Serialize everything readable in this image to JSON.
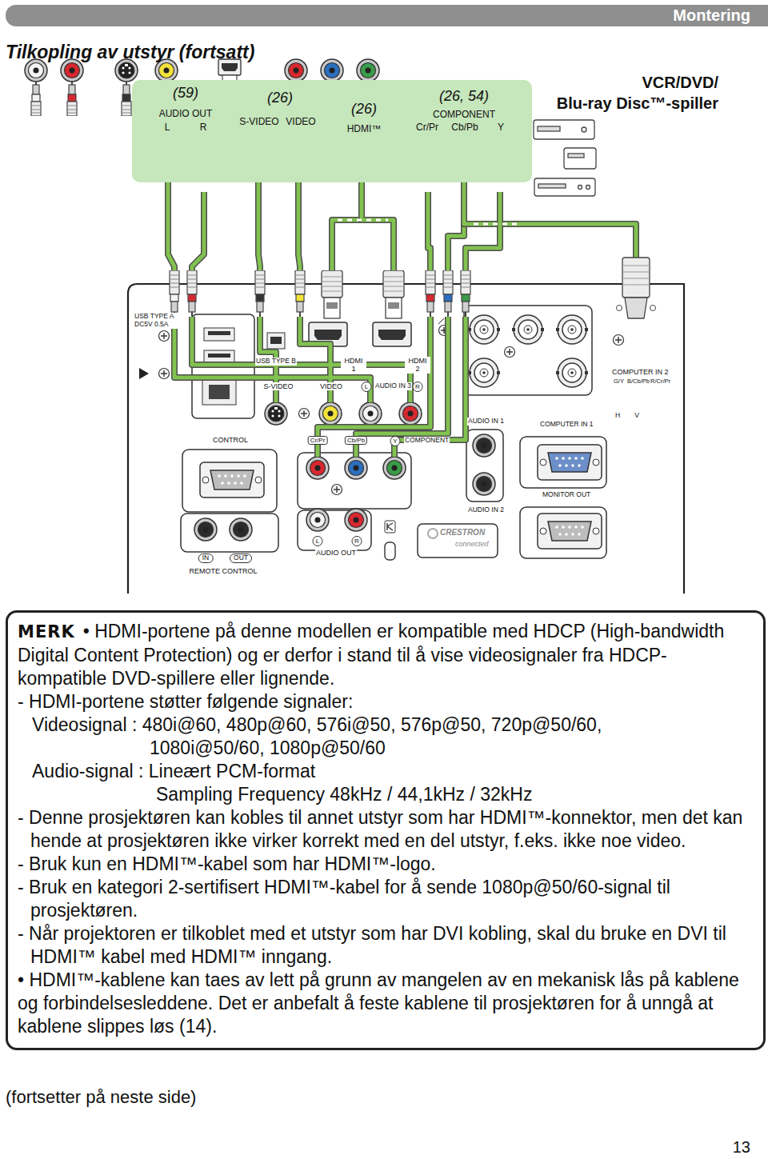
{
  "diagram": {
    "title": "Tilkopling av utstyr (fortsatt)",
    "nodes": [
      {
        "text": [
          "(59)",
          "AUDIO OUT",
          "L",
          "R",
          "(26)",
          "S-VIDEO",
          "VIDEO",
          "(26)",
          "HDMI™",
          "(26, 54)",
          "COMPONENT",
          "Cr/Pr",
          "Cb/Pb",
          "Y"
        ]
      },
      {
        "text": [
          "USB TYPE A DC5V 0.5A",
          "USB TYPE B",
          "HDMI 1",
          "HDMI 2",
          "S-VIDEO",
          "VIDEO",
          "L",
          "AUDIO IN 3",
          "R",
          "COMPUTER IN 2",
          "G/Y",
          "B/Cb/Pb",
          "R/Cr/Pr",
          "H",
          "V",
          "AUDIO IN 1",
          "COMPUTER IN 1",
          "CONTROL",
          "Cr/Pr",
          "Cb/Pb",
          "Y",
          "COMPONENT",
          "MONITOR OUT",
          "AUDIO IN 2",
          "L",
          "R",
          "AUDIO OUT",
          "IN",
          "OUT",
          "REMOTE CONTROL",
          "CRESTRON",
          "connected"
        ]
      },
      {
        "text": [
          "MERK",
          "• HDMI-portene på denne modellen er kompatible med HDCP (High-bandwidth Digital Content Protection) og er derfor i stand til å vise videosignaler fra HDCP-kompatible DVD-spillere eller lignende.",
          "- HDMI-portene støtter følgende signaler:",
          "Videosignal : 480i@60, 480p@60, 576i@50, 576p@50, 720p@50/60, 1080i@50/60, 1080p@50/60",
          "Audio-signal : Lineært PCM-format",
          "Sampling Frequency 48kHz / 44,1kHz / 32kHz",
          "- Denne prosjektøren kan kobles til annet utstyr som har HDMI™-konnektor, men det kan hende at prosjektøren ikke virker korrekt med en del utstyr, f.eks. ikke noe video.",
          "- Bruk kun en HDMI™-kabel som har HDMI™-logo.",
          "- Bruk en kategori 2-sertifisert HDMI™-kabel for å sende 1080p@50/60-signal til prosjektøren.",
          "- Når projektoren er tilkoblet med et utstyr som har DVI kobling, skal du bruke en DVI til HDMI™ kabel med HDMI™ inngang.",
          "• HDMI™-kablene kan taes av lett på grunn av mangelen av en mekanisk lås på kablene og forbindelsesleddene. Det er anbefalt å feste kablene til prosjektøren for å unngå at kablene slippes løs (14)."
        ]
      }
    ],
    "edges": [
      {
        "from": 0,
        "to": 1,
        "arrow": "none"
      },
      {
        "from": 0,
        "to": 1,
        "arrow": "none"
      },
      {
        "from": 0,
        "to": 1,
        "arrow": "none"
      },
      {
        "from": 0,
        "to": 1,
        "arrow": "none"
      },
      {
        "from": 0,
        "to": 1,
        "arrow": "none"
      },
      {
        "from": 0,
        "to": 1,
        "arrow": "none"
      },
      {
        "from": 0,
        "to": 1,
        "arrow": "none"
      }
    ],
    "labels": [
      "Montering",
      "VCR/DVD/",
      "Blu-ray Disc™-spiller",
      "(fortsetter på neste side)",
      "13"
    ]
  }
}
